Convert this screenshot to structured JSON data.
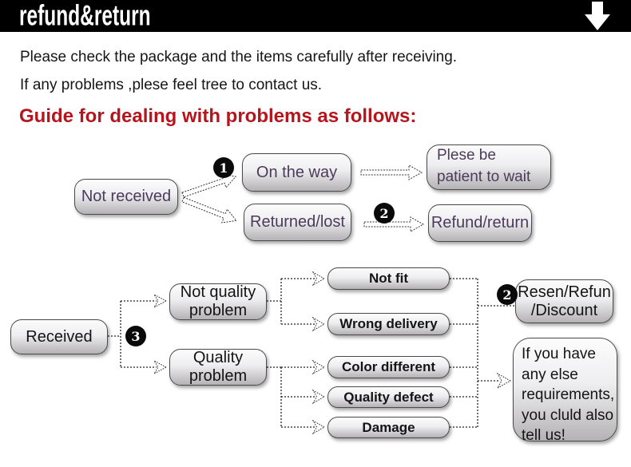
{
  "banner": {
    "title": "refund&return",
    "bg_color": "#000000",
    "arrow_icon": "down-arrow"
  },
  "intro": {
    "line1": "Please check the package and the items carefully after receiving.",
    "line2": "If any problems ,plese feel tree to contact us."
  },
  "heading": "Guide for dealing with problems as follows:",
  "colors": {
    "heading_red": "#b5151d",
    "flow1_text_purple": "#4c3a5c",
    "flow2_text_black": "#141414",
    "box_border": "#4a4a4a",
    "box_gradient_top": "#fdfcfd",
    "box_gradient_bottom": "#b4b2b5",
    "badge_bg": "#0a0a0a"
  },
  "flow1": {
    "not_received": "Not received",
    "badge1": "1",
    "on_the_way": "On the way",
    "returned_lost": "Returned/lost",
    "patient": {
      "line1": "Plese be",
      "line2": "patient to wait"
    },
    "badge2": "2",
    "refund_return": "Refund/return"
  },
  "flow2": {
    "received": "Received",
    "badge3": "3",
    "not_quality": {
      "line1": "Not quality",
      "line2": "problem"
    },
    "quality": {
      "line1": "Quality",
      "line2": "problem"
    },
    "not_fit": "Not fit",
    "wrong_delivery": "Wrong delivery",
    "color_different": "Color different",
    "quality_defect": "Quality defect",
    "damage": "Damage",
    "badge2": "2",
    "resen": {
      "line1": "Resen/Refun",
      "line2": "/Discount"
    },
    "if_you_have": {
      "line1": "If you have",
      "line2": "any else",
      "line3": "requirements,",
      "line4": "you cluld also",
      "line5": "tell us!"
    }
  }
}
